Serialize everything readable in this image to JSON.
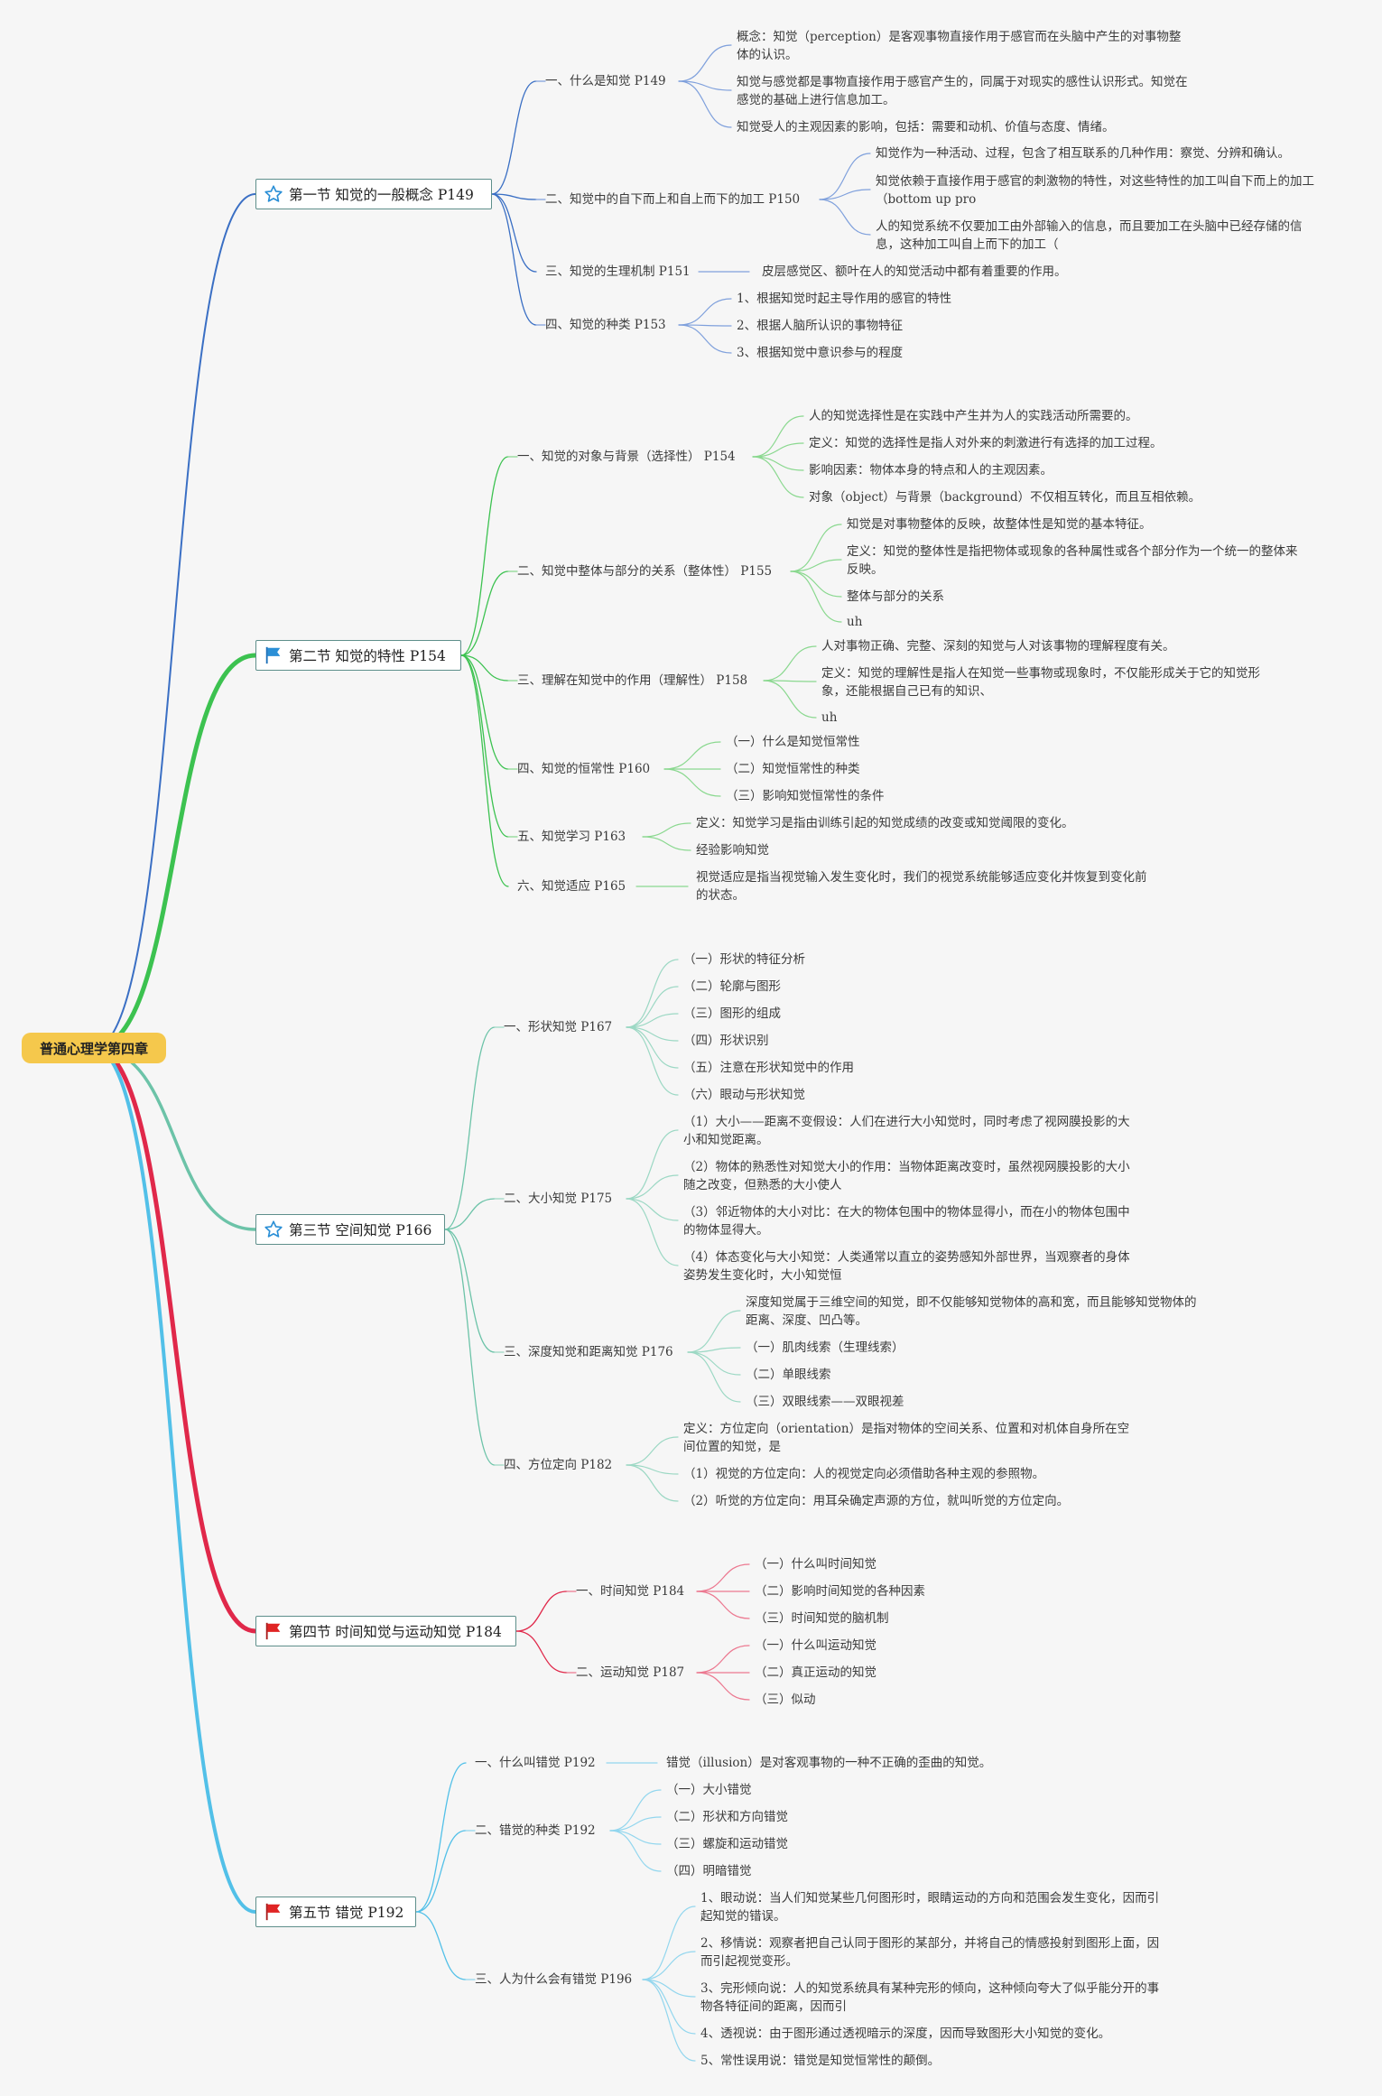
{
  "root": "普通心理学第四章",
  "sections": [
    {
      "label": "第一节 知觉的一般概念 P149",
      "icon": "star-icon"
    },
    {
      "label": "第二节 知觉的特性 P154",
      "icon": "blue-flag-icon"
    },
    {
      "label": "第三节 空间知觉 P166",
      "icon": "star-icon"
    },
    {
      "label": "第四节 时间知觉与运动知觉 P184",
      "icon": "red-flag-icon"
    },
    {
      "label": "第五节 错觉 P192",
      "icon": "red-flag-icon"
    }
  ],
  "nodes": {
    "s1b1": "一、什么是知觉 P149",
    "s1b1c1": "概念：知觉（perception）是客观事物直接作用于感官而在头脑中产生的对事物整体的认识。",
    "s1b1c2": "知觉与感觉都是事物直接作用于感官产生的，同属于对现实的感性认识形式。知觉在感觉的基础上进行信息加工。",
    "s1b1c3": "知觉受人的主观因素的影响，包括：需要和动机、价值与态度、情绪。",
    "s1b2": "二、知觉中的自下而上和自上而下的加工 P150",
    "s1b2c1": "知觉作为一种活动、过程，包含了相互联系的几种作用：察觉、分辨和确认。",
    "s1b2c2": "知觉依赖于直接作用于感官的刺激物的特性，对这些特性的加工叫自下而上的加工（bottom up pro",
    "s1b2c3": "人的知觉系统不仅要加工由外部输入的信息，而且要加工在头脑中已经存储的信息，这种加工叫自上而下的加工（",
    "s1b3": "三、知觉的生理机制 P151",
    "s1b3c1": "皮层感觉区、额叶在人的知觉活动中都有着重要的作用。",
    "s1b4": "四、知觉的种类 P153",
    "s1b4c1": "1、根据知觉时起主导作用的感官的特性",
    "s1b4c2": "2、根据人脑所认识的事物特征",
    "s1b4c3": "3、根据知觉中意识参与的程度",
    "s2b1": "一、知觉的对象与背景（选择性） P154",
    "s2b1c1": "人的知觉选择性是在实践中产生并为人的实践活动所需要的。",
    "s2b1c2": "定义：知觉的选择性是指人对外来的刺激进行有选择的加工过程。",
    "s2b1c3": "影响因素：物体本身的特点和人的主观因素。",
    "s2b1c4": "对象（object）与背景（background）不仅相互转化，而且互相依赖。",
    "s2b2": "二、知觉中整体与部分的关系（整体性） P155",
    "s2b2c1": "知觉是对事物整体的反映，故整体性是知觉的基本特征。",
    "s2b2c2": "定义：知觉的整体性是指把物体或现象的各种属性或各个部分作为一个统一的整体来反映。",
    "s2b2c3": "整体与部分的关系",
    "s2b2c4": "uh",
    "s2b3": "三、理解在知觉中的作用（理解性） P158",
    "s2b3c1": "人对事物正确、完整、深刻的知觉与人对该事物的理解程度有关。",
    "s2b3c2": "定义：知觉的理解性是指人在知觉一些事物或现象时，不仅能形成关于它的知觉形象，还能根据自己已有的知识、",
    "s2b3c3": "uh",
    "s2b4": "四、知觉的恒常性 P160",
    "s2b4c1": "（一）什么是知觉恒常性",
    "s2b4c2": "（二）知觉恒常性的种类",
    "s2b4c3": "（三）影响知觉恒常性的条件",
    "s2b5": "五、知觉学习 P163",
    "s2b5c1": "定义：知觉学习是指由训练引起的知觉成绩的改变或知觉阈限的变化。",
    "s2b5c2": "经验影响知觉",
    "s2b6": "六、知觉适应 P165",
    "s2b6c1": "视觉适应是指当视觉输入发生变化时，我们的视觉系统能够适应变化并恢复到变化前的状态。",
    "s3b1": "一、形状知觉 P167",
    "s3b1c1": "（一）形状的特征分析",
    "s3b1c2": "（二）轮廓与图形",
    "s3b1c3": "（三）图形的组成",
    "s3b1c4": "（四）形状识别",
    "s3b1c5": "（五）注意在形状知觉中的作用",
    "s3b1c6": "（六）眼动与形状知觉",
    "s3b2": "二、大小知觉 P175",
    "s3b2c1": "（1）大小——距离不变假设：人们在进行大小知觉时，同时考虑了视网膜投影的大小和知觉距离。",
    "s3b2c2": "（2）物体的熟悉性对知觉大小的作用：当物体距离改变时，虽然视网膜投影的大小随之改变，但熟悉的大小使人",
    "s3b2c3": "（3）邻近物体的大小对比：在大的物体包围中的物体显得小，而在小的物体包围中的物体显得大。",
    "s3b2c4": "（4）体态变化与大小知觉：人类通常以直立的姿势感知外部世界，当观察者的身体姿势发生变化时，大小知觉恒",
    "s3b3": "三、深度知觉和距离知觉 P176",
    "s3b3c1": "深度知觉属于三维空间的知觉，即不仅能够知觉物体的高和宽，而且能够知觉物体的距离、深度、凹凸等。",
    "s3b3c2": "（一）肌肉线索（生理线索）",
    "s3b3c3": "（二）单眼线索",
    "s3b3c4": "（三）双眼线索——双眼视差",
    "s3b4": "四、方位定向 P182",
    "s3b4c1": "定义：方位定向（orientation）是指对物体的空间关系、位置和对机体自身所在空间位置的知觉，是",
    "s3b4c2": "（1）视觉的方位定向：人的视觉定向必须借助各种主观的参照物。",
    "s3b4c3": "（2）听觉的方位定向：用耳朵确定声源的方位，就叫听觉的方位定向。",
    "s4b1": "一、时间知觉 P184",
    "s4b1c1": "（一）什么叫时间知觉",
    "s4b1c2": "（二）影响时间知觉的各种因素",
    "s4b1c3": "（三）时间知觉的脑机制",
    "s4b2": "二、运动知觉 P187",
    "s4b2c1": "（一）什么叫运动知觉",
    "s4b2c2": "（二）真正运动的知觉",
    "s4b2c3": "（三）似动",
    "s5b1": "一、什么叫错觉 P192",
    "s5b1c1": "错觉（illusion）是对客观事物的一种不正确的歪曲的知觉。",
    "s5b2": "二、错觉的种类 P192",
    "s5b2c1": "（一）大小错觉",
    "s5b2c2": "（二）形状和方向错觉",
    "s5b2c3": "（三）螺旋和运动错觉",
    "s5b2c4": "（四）明暗错觉",
    "s5b3": "三、人为什么会有错觉 P196",
    "s5b3c1": "1、眼动说：当人们知觉某些几何图形时，眼睛运动的方向和范围会发生变化，因而引起知觉的错误。",
    "s5b3c2": "2、移情说：观察者把自己认同于图形的某部分，并将自己的情感投射到图形上面，因而引起视觉变形。",
    "s5b3c3": "3、完形倾向说：人的知觉系统具有某种完形的倾向，这种倾向夸大了似乎能分开的事物各特征间的距离，因而引",
    "s5b3c4": "4、透视说：由于图形通过透视暗示的深度，因而导致图形大小知觉的变化。",
    "s5b3c5": "5、常性误用说：错觉是知觉恒常性的颠倒。"
  },
  "colors": {
    "s1": "#3a6fc4",
    "s2": "#3cc250",
    "s3": "#6cc3a8",
    "s4": "#e0284a",
    "s5": "#52c0e8",
    "s1_light": "#7fa0dc",
    "s2_light": "#8ad88f",
    "s3_light": "#9cd8c4",
    "s4_light": "#ec7890",
    "s5_light": "#92d6ee"
  }
}
